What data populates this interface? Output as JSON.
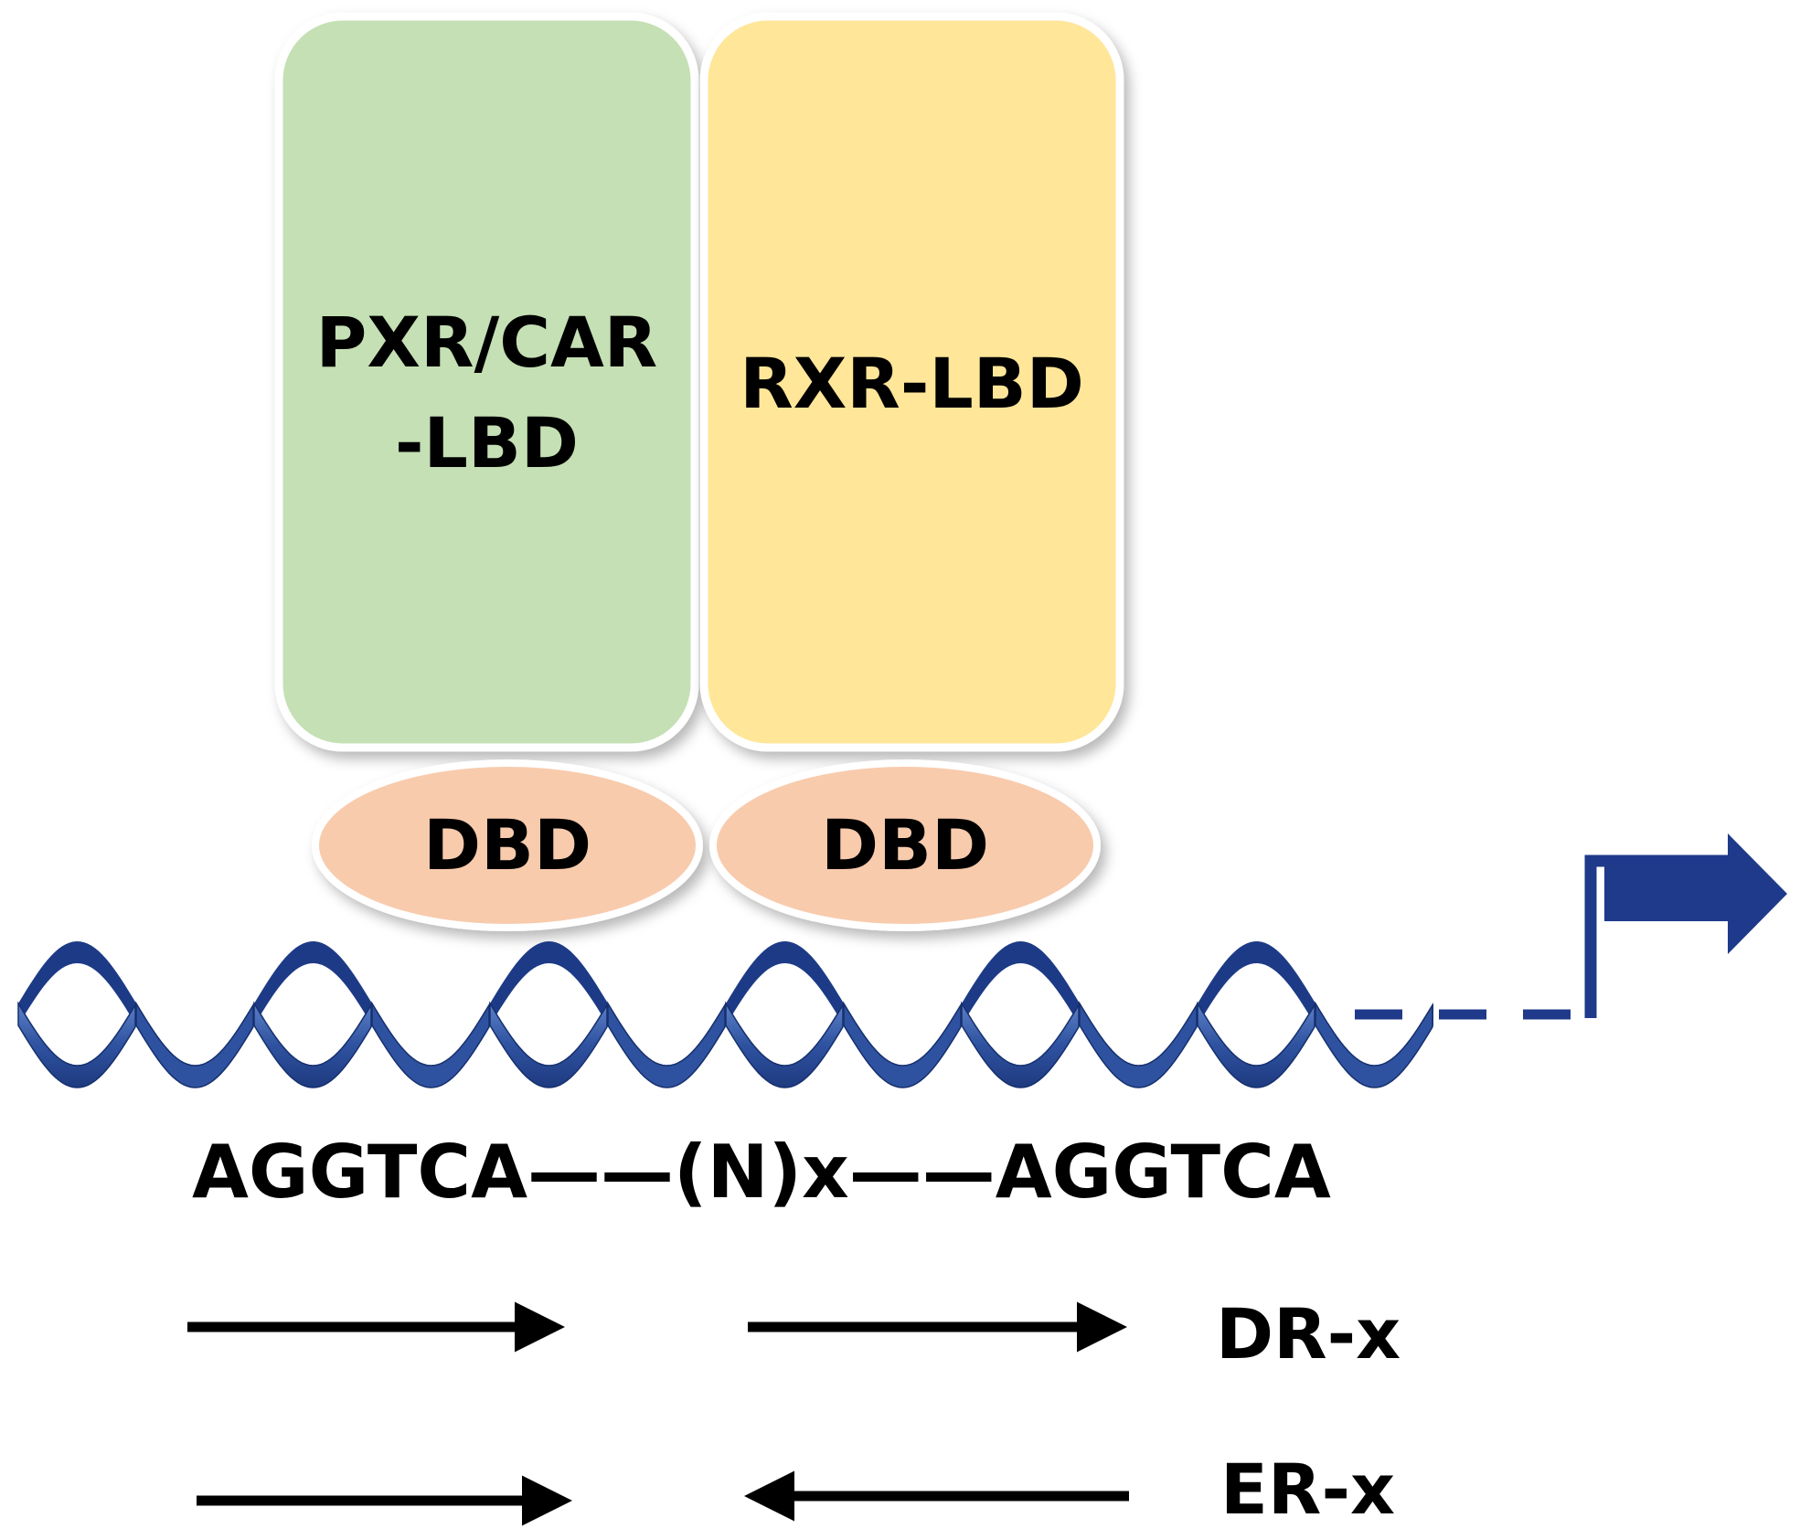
{
  "proteins": {
    "left_lbd": {
      "line1": "PXR/CAR",
      "line2": "-LBD",
      "color": "#C5E0B4"
    },
    "right_lbd": {
      "label": "RXR-LBD",
      "color": "#FFE699"
    },
    "dbd_left": {
      "label": "DBD",
      "color": "#F8CBAD"
    },
    "dbd_right": {
      "label": "DBD",
      "color": "#F8CBAD"
    }
  },
  "dna": {
    "sequence": "AGGTCA——(N)x——AGGTCA",
    "strand_color": "#2F52A0",
    "promoter_arrow_color": "#1F3A8A"
  },
  "motifs": [
    {
      "label": "DR-x",
      "arrows": [
        "right",
        "right"
      ]
    },
    {
      "label": "ER-x",
      "arrows": [
        "right",
        "left"
      ]
    }
  ]
}
